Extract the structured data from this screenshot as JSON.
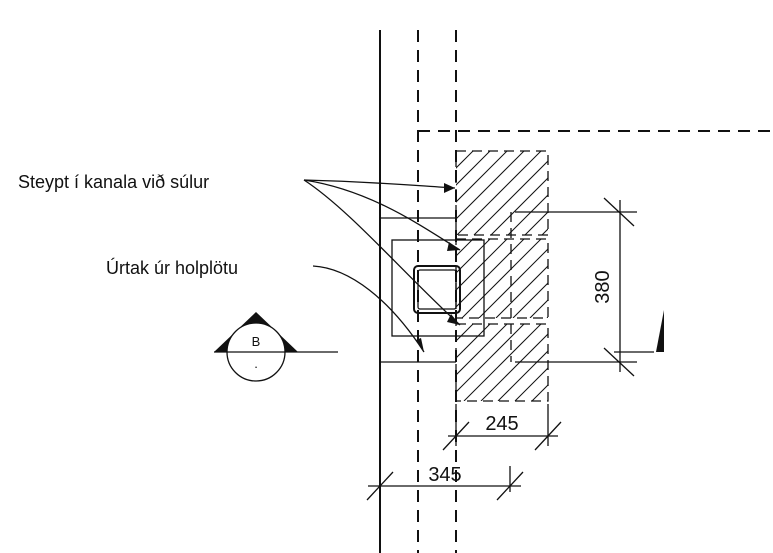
{
  "labels": {
    "cast_in_channels": "Steypt í kanala við súlur",
    "cutout_hollowcore": "Úrtak úr holplötu"
  },
  "dimensions": {
    "height": "380",
    "width_inner": "245",
    "width_outer": "345"
  },
  "section_marker": {
    "letter": "B",
    "sub": "."
  }
}
